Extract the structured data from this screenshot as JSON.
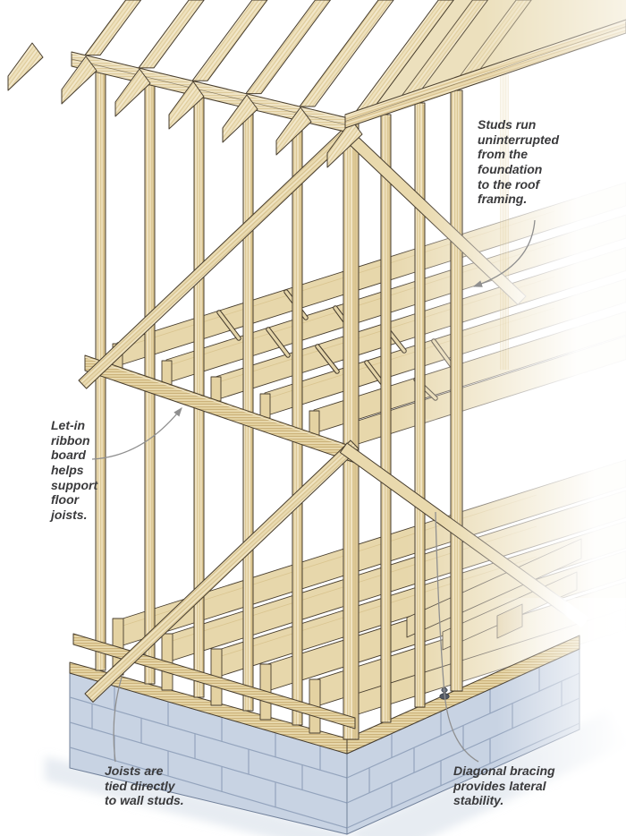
{
  "annotations": {
    "studs_note": "Studs run\nuninterrupted\nfrom the\nfoundation\nto the roof\nframing.",
    "ribbon_note": "Let-in\nribbon\nboard\nhelps\nsupport\nfloor\njoists.",
    "joists_note": "Joists are\ntied directly\nto wall studs.",
    "bracing_note": "Diagonal bracing\nprovides lateral\nstability."
  },
  "colors": {
    "wood_face": "#ebdcb4",
    "wood_light": "#f5ecd4",
    "wood_side": "#d8c28c",
    "wood_grain": "#d9c48f",
    "wood_ribbon": "#e2d09e",
    "outline": "#473d2e",
    "cmu_face": "#c8d3e3",
    "cmu_top": "#e6ecf4",
    "cmu_line": "#94a4bd",
    "cmu_outline": "#70809a",
    "shadow": "#cfd9e6",
    "leader": "#8f8f8f",
    "text": "#3a3a3c",
    "bolt": "#525863"
  }
}
